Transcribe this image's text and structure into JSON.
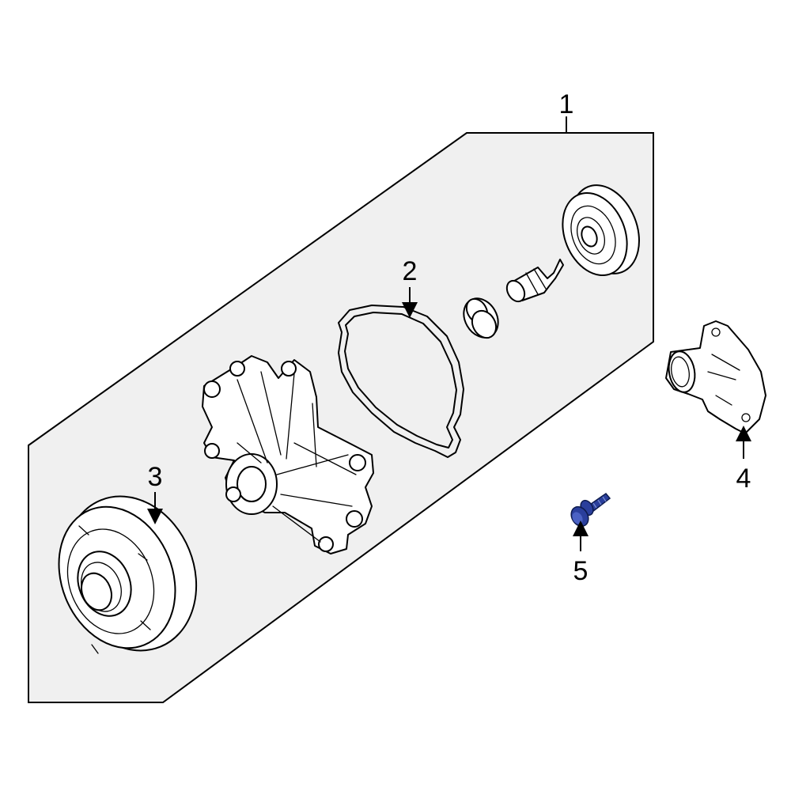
{
  "callouts": {
    "c1": "1",
    "c2": "2",
    "c3": "3",
    "c4": "4",
    "c5": "5"
  },
  "colors": {
    "panel": "#f0f0f0",
    "line": "#000000",
    "highlight": "#2a3f9c"
  }
}
